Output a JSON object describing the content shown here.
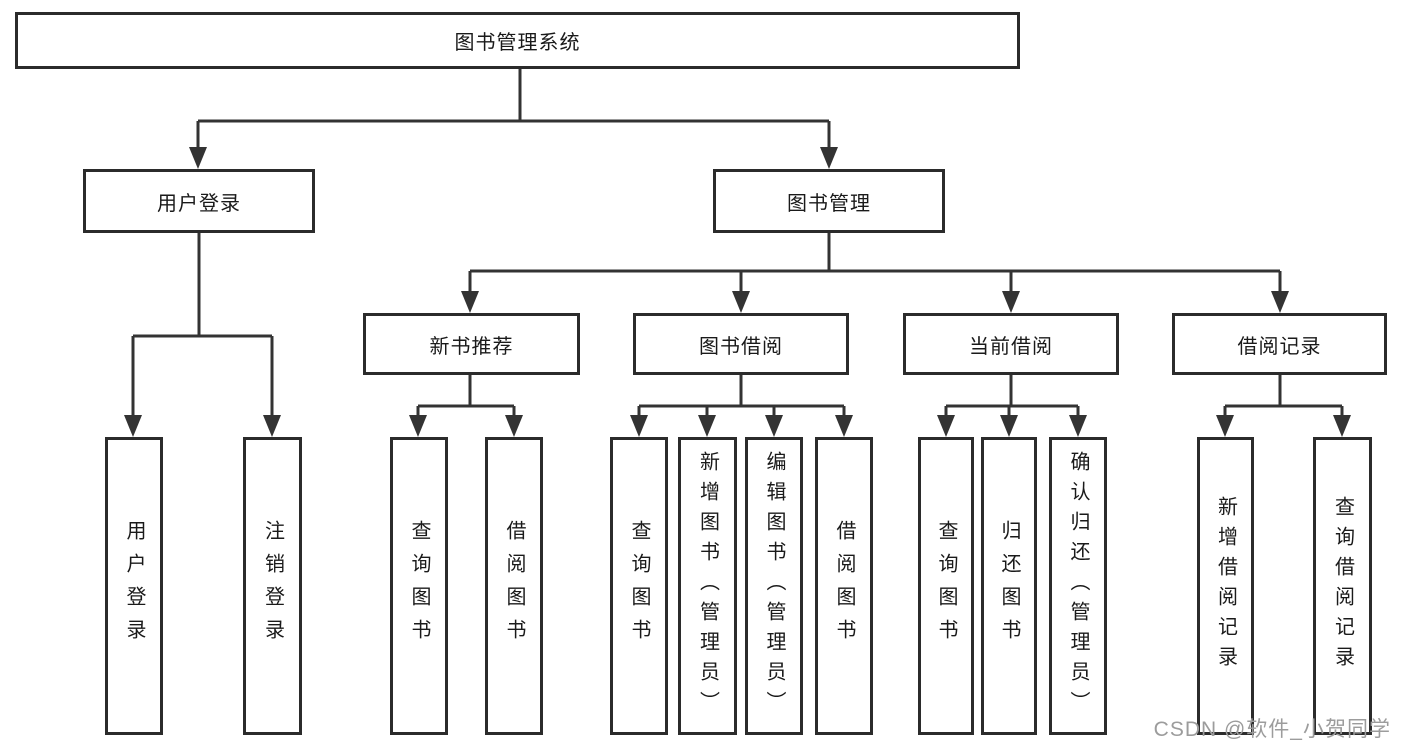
{
  "diagram": {
    "root": {
      "label": "图书管理系统"
    },
    "level2": [
      {
        "label": "用户登录"
      },
      {
        "label": "图书管理"
      }
    ],
    "level3": [
      {
        "label": "新书推荐"
      },
      {
        "label": "图书借阅"
      },
      {
        "label": "当前借阅"
      },
      {
        "label": "借阅记录"
      }
    ],
    "leaves": [
      {
        "label": "用户登录"
      },
      {
        "label": "注销登录"
      },
      {
        "label": "查询图书"
      },
      {
        "label": "借阅图书"
      },
      {
        "label": "查询图书"
      },
      {
        "label": "新增图书（管理员）"
      },
      {
        "label": "编辑图书（管理员）"
      },
      {
        "label": "借阅图书"
      },
      {
        "label": "查询图书"
      },
      {
        "label": "归还图书"
      },
      {
        "label": "确认归还（管理员）"
      },
      {
        "label": "新增借阅记录"
      },
      {
        "label": "查询借阅记录"
      }
    ]
  },
  "watermark": {
    "text": "CSDN @软件_小贺同学"
  },
  "colors": {
    "line": "#333333",
    "border": "#2b2b2b",
    "text": "#1a1a1a",
    "watermark": "#9c9c9c",
    "background": "#ffffff"
  }
}
